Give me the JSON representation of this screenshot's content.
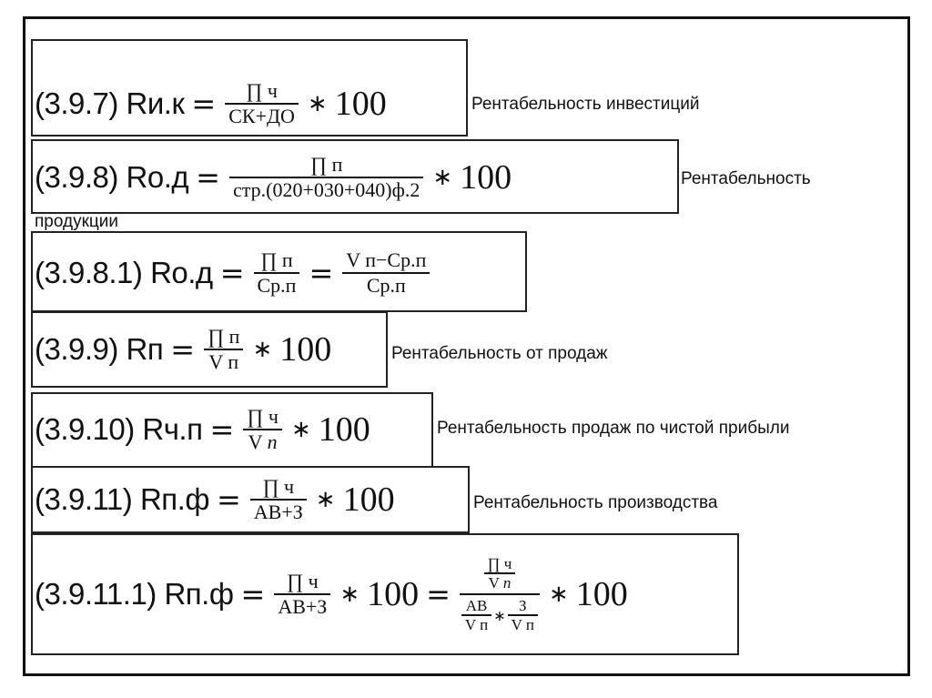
{
  "formulas": [
    {
      "id": "3.9.7",
      "label": "(3.9.7) Rи.к",
      "equals": "=",
      "numerator": "∏ ч",
      "denominator": "СК+ДО",
      "multiply": "∗",
      "factor": "100",
      "description": "Рентабельность инвестиций"
    },
    {
      "id": "3.9.8",
      "label": "(3.9.8) Ro.д",
      "equals": "=",
      "numerator": "∏ п",
      "denominator": "стр.(020+030+040)ф.2",
      "multiply": "∗",
      "factor": "100",
      "description_line1": "Рентабельность",
      "description_line2": "продукции"
    },
    {
      "id": "3.9.8.1",
      "label": "(3.9.8.1) Ro.д",
      "equals": "=",
      "numerator": "∏ п",
      "denominator": "Ср.п",
      "equals2": "=",
      "numerator2": "V п−Ср.п",
      "denominator2": "Ср.п"
    },
    {
      "id": "3.9.9",
      "label": "(3.9.9) Rп",
      "equals": "=",
      "numerator": "∏ п",
      "denominator": "V п",
      "multiply": "∗",
      "factor": "100",
      "description": "Рентабельность от продаж"
    },
    {
      "id": "3.9.10",
      "label": "(3.9.10) Rч.п",
      "equals": "=",
      "numerator": "∏ ч",
      "denominator_v": "V",
      "denominator_var": "n",
      "multiply": "∗",
      "factor": "100",
      "description": "Рентабельность продаж по чистой прибыли"
    },
    {
      "id": "3.9.11",
      "label": "(3.9.11) Rп.ф",
      "equals": "=",
      "numerator": "∏ ч",
      "denominator": "АВ+З",
      "multiply": "∗",
      "factor": "100",
      "description": "Рентабельность производства"
    },
    {
      "id": "3.9.11.1",
      "label": "(3.9.11.1) Rп.ф",
      "equals": "=",
      "numerator": "∏ ч",
      "denominator": "АВ+З",
      "multiply": "∗",
      "factor": "100",
      "equals2": "=",
      "top_numerator": "∏ ч",
      "top_denominator_v": "V",
      "top_denominator_var": "n",
      "bottom_left_numerator": "АВ",
      "bottom_left_denominator": "V п",
      "bottom_multiply": "∗",
      "bottom_right_numerator": "З",
      "bottom_right_denominator": "V п",
      "multiply2": "∗",
      "factor2": "100"
    }
  ]
}
